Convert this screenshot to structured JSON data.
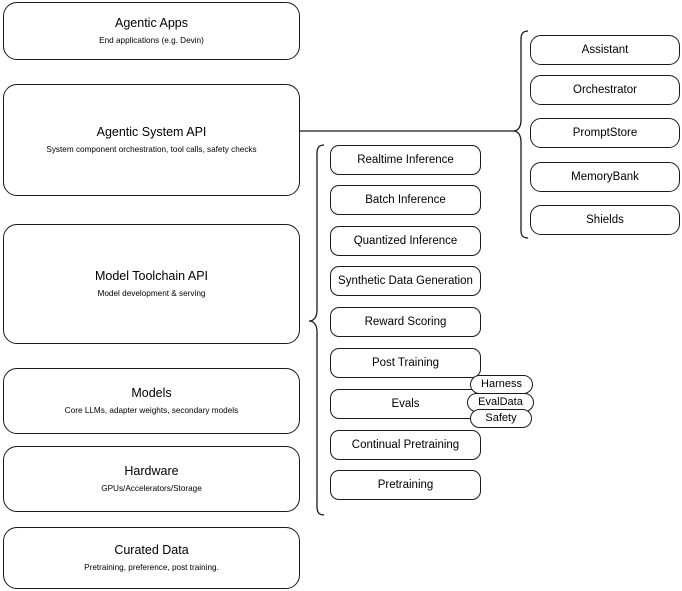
{
  "diagram": {
    "type": "layered-stack-architecture",
    "stack": [
      {
        "id": "agentic-apps",
        "title": "Agentic Apps",
        "sub": "End applications (e.g. Devin)"
      },
      {
        "id": "agentic-system-api",
        "title": "Agentic System API",
        "sub": "System component orchestration, tool calls, safety checks"
      },
      {
        "id": "model-toolchain-api",
        "title": "Model Toolchain API",
        "sub": "Model development & serving"
      },
      {
        "id": "models",
        "title": "Models",
        "sub": "Core LLMs, adapter weights, secondary models"
      },
      {
        "id": "hardware",
        "title": "Hardware",
        "sub": "GPUs/Accelerators/Storage"
      },
      {
        "id": "curated-data",
        "title": "Curated Data",
        "sub": "Pretraining, preference, post training."
      }
    ],
    "toolchain_capabilities": [
      {
        "id": "realtime-inference",
        "label": "Realtime Inference"
      },
      {
        "id": "batch-inference",
        "label": "Batch Inference"
      },
      {
        "id": "quantized-inference",
        "label": "Quantized Inference"
      },
      {
        "id": "synthetic-data-generation",
        "label": "Synthetic Data Generation"
      },
      {
        "id": "reward-scoring",
        "label": "Reward Scoring"
      },
      {
        "id": "post-training",
        "label": "Post Training"
      },
      {
        "id": "evals",
        "label": "Evals"
      },
      {
        "id": "continual-pretraining",
        "label": "Continual Pretraining"
      },
      {
        "id": "pretraining",
        "label": "Pretraining"
      }
    ],
    "evals_subcomponents": [
      {
        "id": "harness",
        "label": "Harness"
      },
      {
        "id": "evaldata",
        "label": "EvalData"
      },
      {
        "id": "safety",
        "label": "Safety"
      }
    ],
    "system_components": [
      {
        "id": "assistant",
        "label": "Assistant"
      },
      {
        "id": "orchestrator",
        "label": "Orchestrator"
      },
      {
        "id": "promptstore",
        "label": "PromptStore"
      },
      {
        "id": "memorybank",
        "label": "MemoryBank"
      },
      {
        "id": "shields",
        "label": "Shields"
      }
    ],
    "colors": {
      "stroke": "#1a1a1a",
      "background": "#ffffff",
      "text": "#000000"
    }
  }
}
